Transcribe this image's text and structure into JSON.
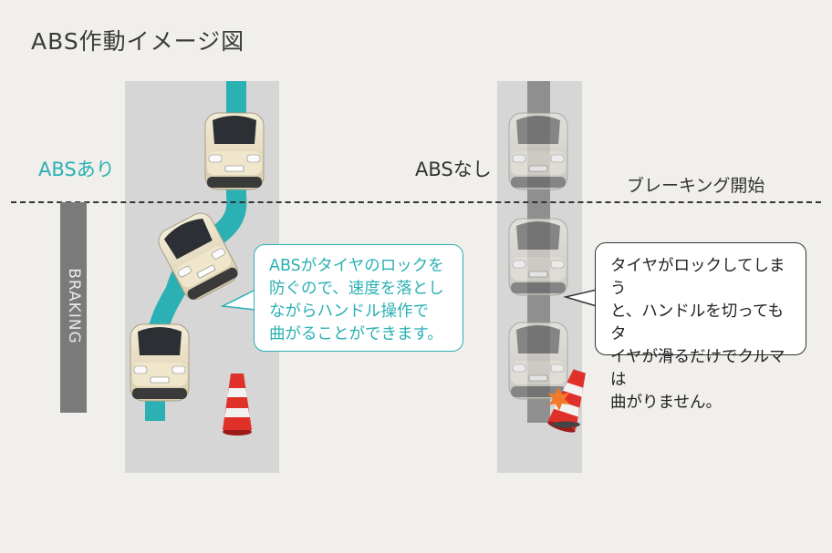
{
  "title": "ABS作動イメージ図",
  "labels": {
    "abs_on": "ABSあり",
    "abs_off": "ABSなし",
    "braking_start": "ブレーキング開始",
    "braking": "BRAKING"
  },
  "bubbles": {
    "abs_on": "ABSがタイヤのロックを\n防ぐので、速度を落とし\nながらハンドル操作で\n曲がることができます。",
    "abs_off": "タイヤがロックしてしまう\nと、ハンドルを切ってもタ\nイヤが滑るだけでクルマは\n曲がりません。"
  },
  "colors": {
    "teal": "#2bb0b3",
    "lane": "#d6d6d6",
    "dark_bar": "#7a7a7a",
    "cone": "#e0302a"
  },
  "icons": [
    "car-icon",
    "traffic-cone-icon",
    "impact-spark-icon"
  ]
}
